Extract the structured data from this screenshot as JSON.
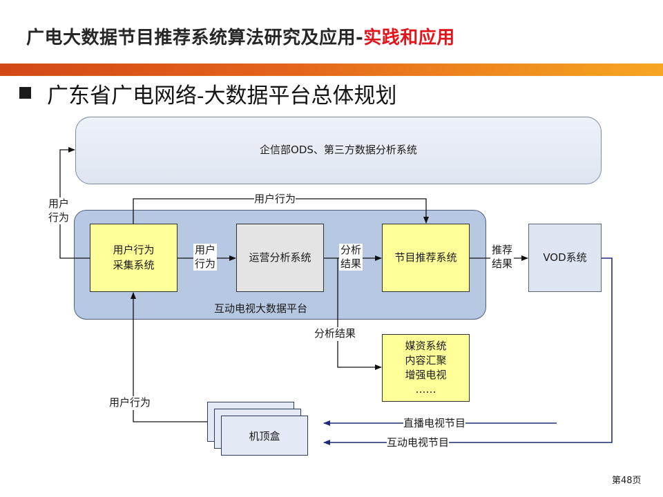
{
  "title": {
    "main": "广电大数据节目推荐系统算法研究及应用-",
    "accent": "实践和应用"
  },
  "section": {
    "heading": "广东省广电网络-大数据平台总体规划"
  },
  "diagram": {
    "ods_panel": "企信部ODS、第三方数据分析系统",
    "platform_label": "互动电视大数据平台",
    "collect_box": [
      "用户行为",
      "采集系统"
    ],
    "ops_box": "运营分析系统",
    "rec_box": "节目推荐系统",
    "vod_box": "VOD系统",
    "media_box": [
      "媒资系统",
      "内容汇聚",
      "增强电视",
      "……"
    ],
    "stb_box": "机顶盒",
    "edge_labels": {
      "behavior_left": [
        "用户",
        "行为"
      ],
      "behavior_top": "用户行为",
      "behavior_mid": [
        "用户",
        "行为"
      ],
      "analysis_result_mid": [
        "分析",
        "结果"
      ],
      "rec_result": [
        "推荐",
        "结果"
      ],
      "analysis_result_bottom": "分析结果",
      "behavior_bottom": "用户行为",
      "live_tv": "直播电视节目",
      "interactive_tv": "互动电视节目"
    }
  },
  "footer": {
    "page": "第48页"
  },
  "colors": {
    "accent_title": "#e0151b",
    "title_bar_start": "#d24817",
    "title_bar_end": "#f6a623",
    "platform_fill": "#b7c8e2",
    "yellow_box": "#ffff99",
    "navy_arrow": "#1f2a7a"
  }
}
